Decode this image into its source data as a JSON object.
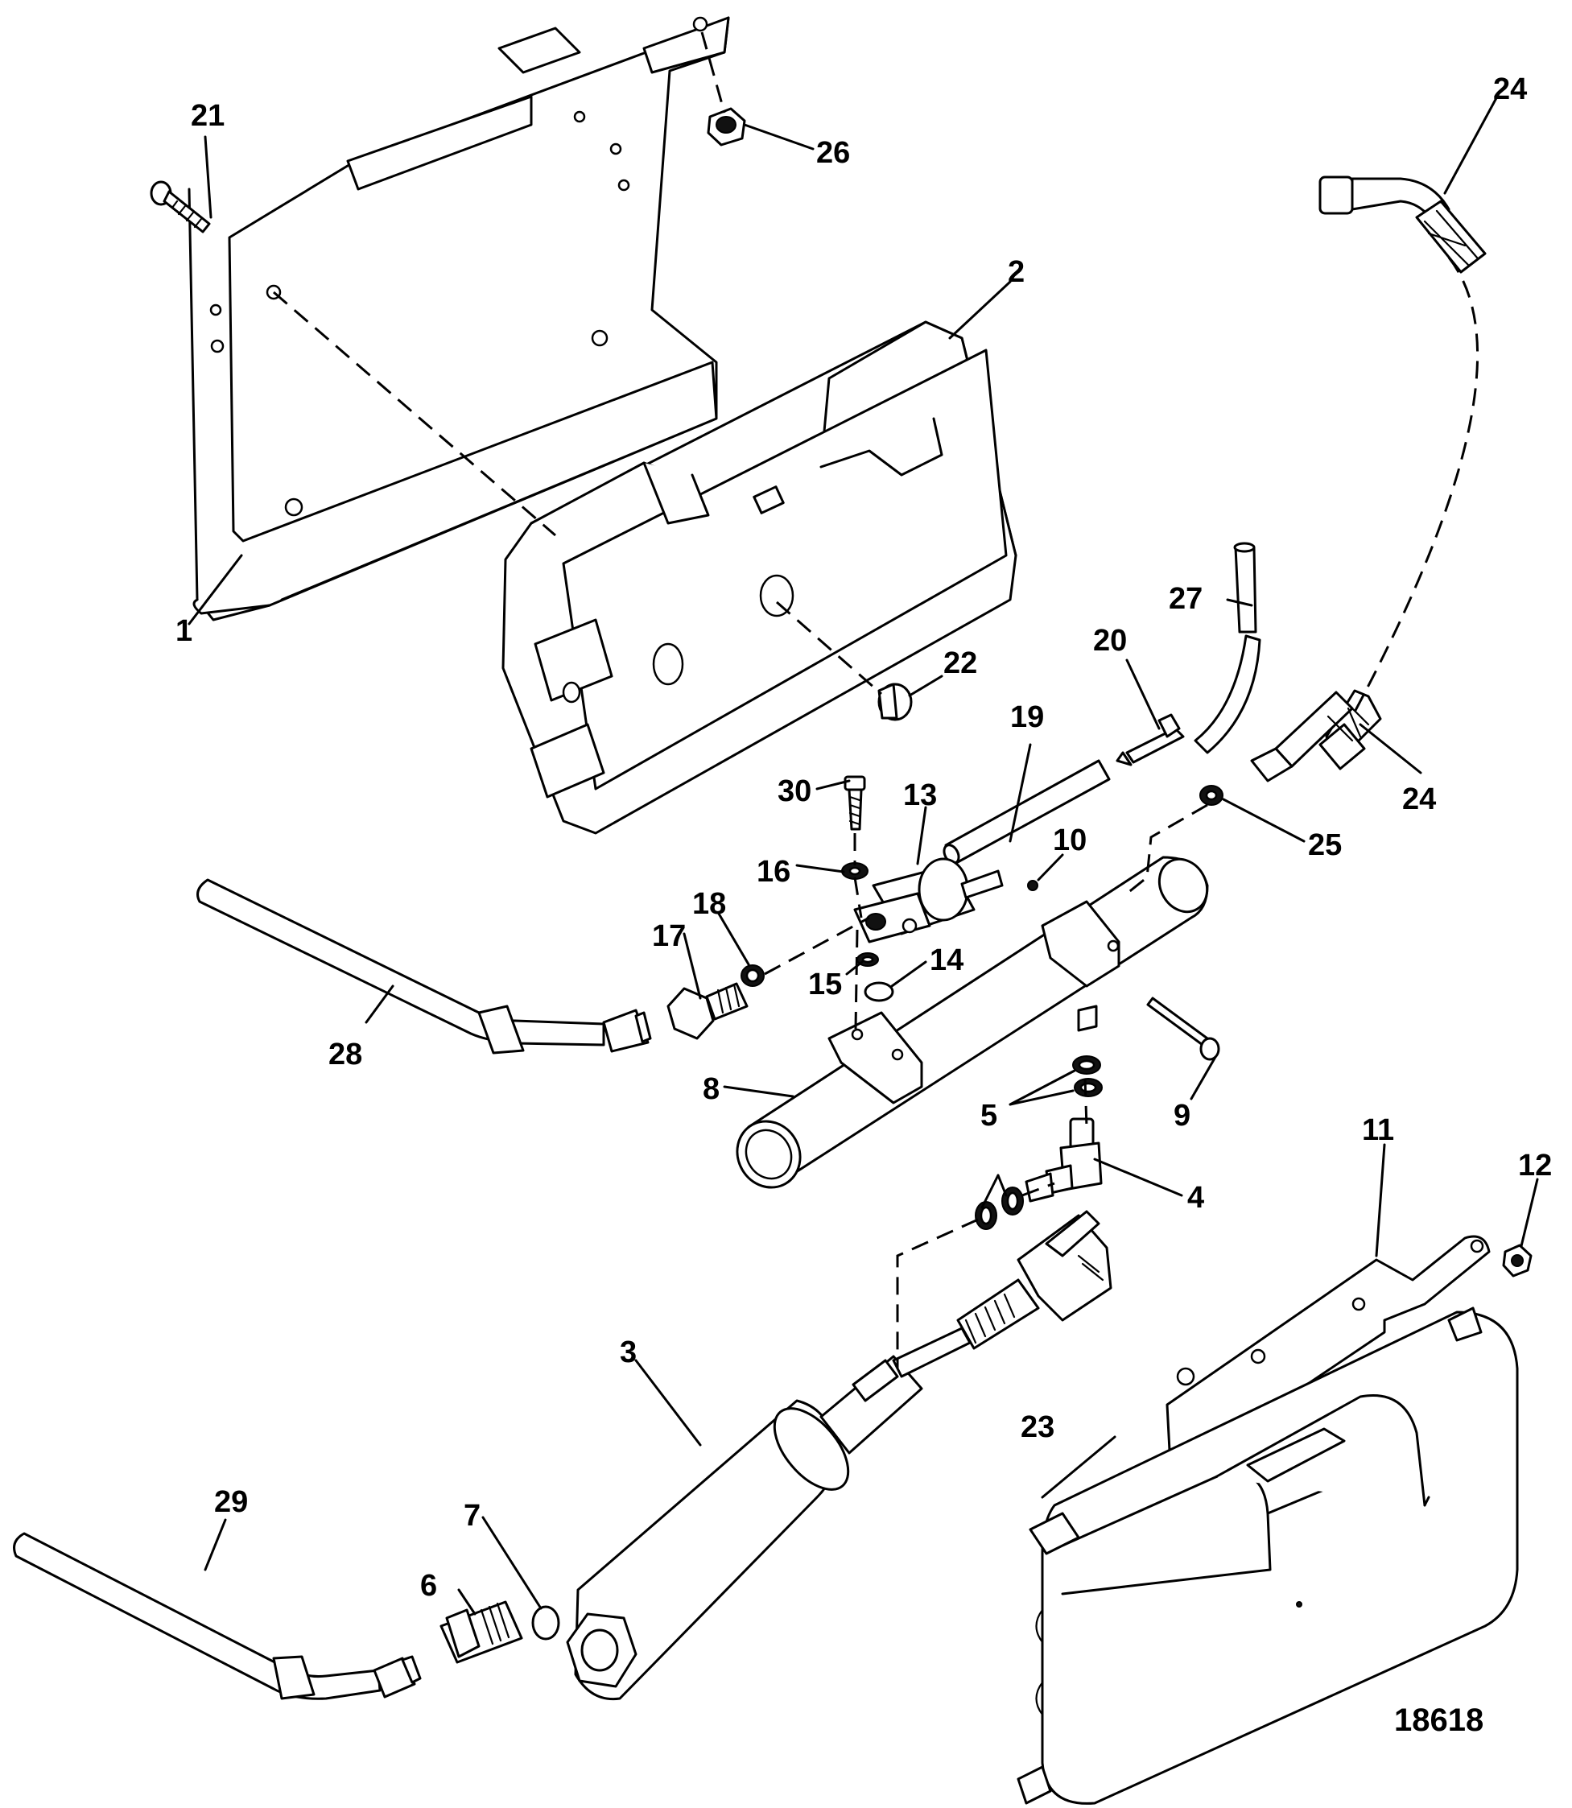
{
  "figure_number": "18618",
  "callouts": [
    {
      "id": "c1",
      "label": "1"
    },
    {
      "id": "c2",
      "label": "2"
    },
    {
      "id": "c3",
      "label": "3"
    },
    {
      "id": "c4",
      "label": "4"
    },
    {
      "id": "c5",
      "label": "5"
    },
    {
      "id": "c6",
      "label": "6"
    },
    {
      "id": "c7",
      "label": "7"
    },
    {
      "id": "c8",
      "label": "8"
    },
    {
      "id": "c9",
      "label": "9"
    },
    {
      "id": "c10",
      "label": "10"
    },
    {
      "id": "c11",
      "label": "11"
    },
    {
      "id": "c12",
      "label": "12"
    },
    {
      "id": "c13",
      "label": "13"
    },
    {
      "id": "c14",
      "label": "14"
    },
    {
      "id": "c15",
      "label": "15"
    },
    {
      "id": "c16",
      "label": "16"
    },
    {
      "id": "c17",
      "label": "17"
    },
    {
      "id": "c18",
      "label": "18"
    },
    {
      "id": "c19",
      "label": "19"
    },
    {
      "id": "c20",
      "label": "20"
    },
    {
      "id": "c21",
      "label": "21"
    },
    {
      "id": "c22",
      "label": "22"
    },
    {
      "id": "c23",
      "label": "23"
    },
    {
      "id": "c24a",
      "label": "24"
    },
    {
      "id": "c24b",
      "label": "24"
    },
    {
      "id": "c25",
      "label": "25"
    },
    {
      "id": "c26",
      "label": "26"
    },
    {
      "id": "c27",
      "label": "27"
    },
    {
      "id": "c28",
      "label": "28"
    },
    {
      "id": "c29",
      "label": "29"
    },
    {
      "id": "c30",
      "label": "30"
    }
  ]
}
